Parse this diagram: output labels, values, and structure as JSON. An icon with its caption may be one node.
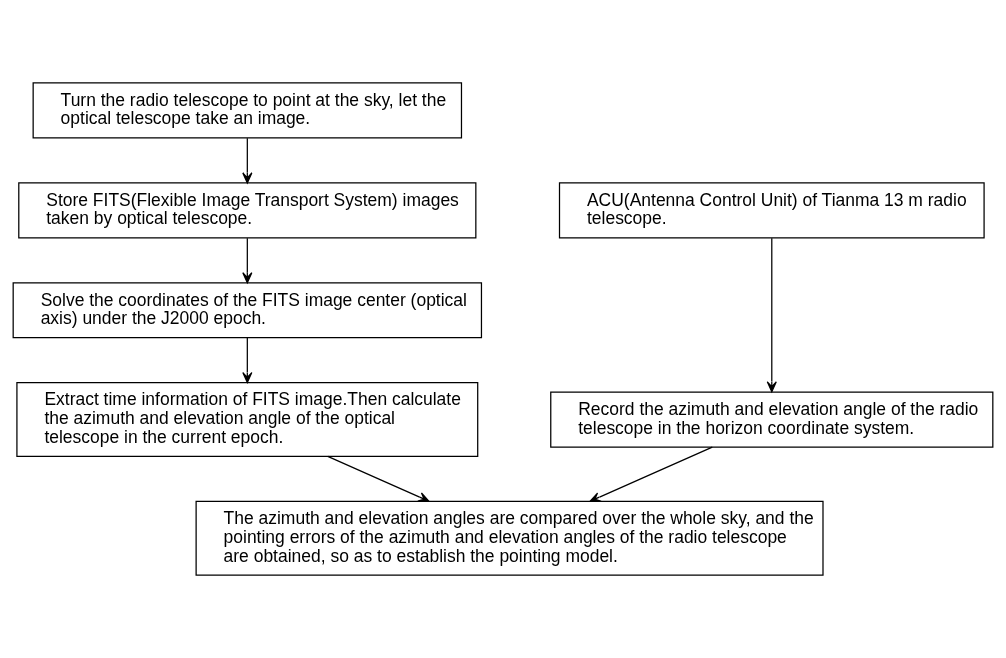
{
  "diagram": {
    "nodes": [
      {
        "text": [
          "Turn the radio telescope to point at the sky, let the optical telescope take an image."
        ]
      },
      {
        "text": [
          "Store FITS(Flexible Image Transport System) images taken by optical telescope."
        ]
      },
      {
        "text": [
          "Solve the coordinates of the FITS image center (optical axis) under the J2000 epoch."
        ]
      },
      {
        "text": [
          "Extract time information of FITS image.Then calculate the azimuth and elevation angle of the optical telescope in the current epoch."
        ]
      },
      {
        "text": [
          "ACU(Antenna Control Unit) of Tianma 13 m radio telescope."
        ]
      },
      {
        "text": [
          "Record the azimuth and elevation angle of the radio telescope in the horizon coordinate system."
        ]
      },
      {
        "text": [
          "The azimuth and elevation angles are compared over the whole sky, and the pointing errors of the azimuth and elevation angles of the radio telescope are obtained, so as to establish the pointing model."
        ]
      }
    ],
    "edges": [
      {
        "from": 0,
        "to": 1,
        "arrow": "to"
      },
      {
        "from": 1,
        "to": 2,
        "arrow": "to"
      },
      {
        "from": 2,
        "to": 3,
        "arrow": "to"
      },
      {
        "from": 4,
        "to": 5,
        "arrow": "to"
      },
      {
        "from": 3,
        "to": 6,
        "arrow": "to"
      },
      {
        "from": 5,
        "to": 6,
        "arrow": "to"
      }
    ]
  }
}
